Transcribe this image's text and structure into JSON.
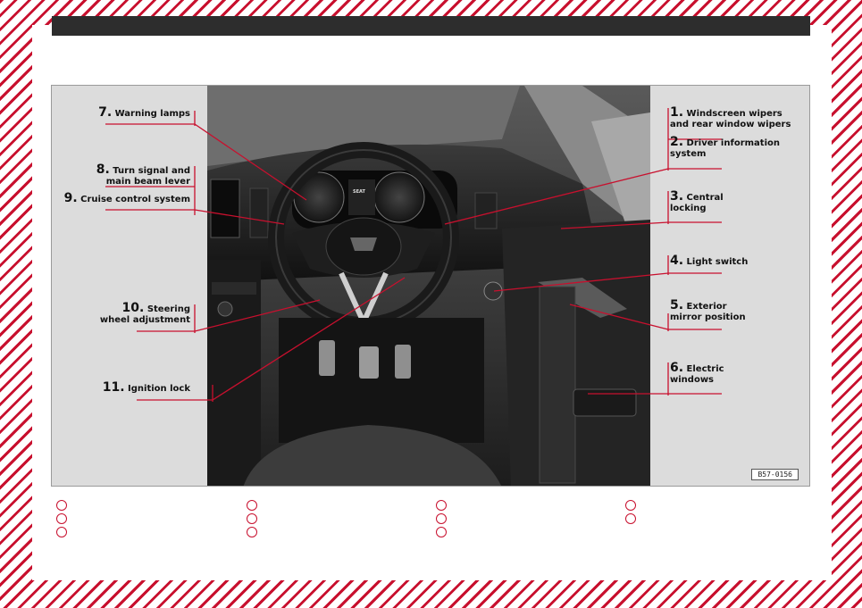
{
  "colors": {
    "accent": "#c8102e",
    "topbar": "#2d2d2d"
  },
  "figure_code": "B57-0156",
  "callouts": [
    {
      "num": "7.",
      "text": "Warning lamps"
    },
    {
      "num": "8.",
      "text": "Turn signal and",
      "text2": "main beam lever"
    },
    {
      "num": "9.",
      "text": "Cruise control system"
    },
    {
      "num": "10.",
      "text": "Steering",
      "text2": "wheel adjustment"
    },
    {
      "num": "11.",
      "text": "Ignition lock"
    },
    {
      "num": "1.",
      "text": "Windscreen wipers",
      "text2": "and rear window wipers"
    },
    {
      "num": "2.",
      "text": "Driver information",
      "text2": "system"
    },
    {
      "num": "3.",
      "text": "Central",
      "text2": "locking"
    },
    {
      "num": "4.",
      "text": "Light switch"
    },
    {
      "num": "5.",
      "text": "Exterior",
      "text2": "mirror position"
    },
    {
      "num": "6.",
      "text": "Electric",
      "text2": "windows"
    }
  ],
  "badge": "SEAT"
}
